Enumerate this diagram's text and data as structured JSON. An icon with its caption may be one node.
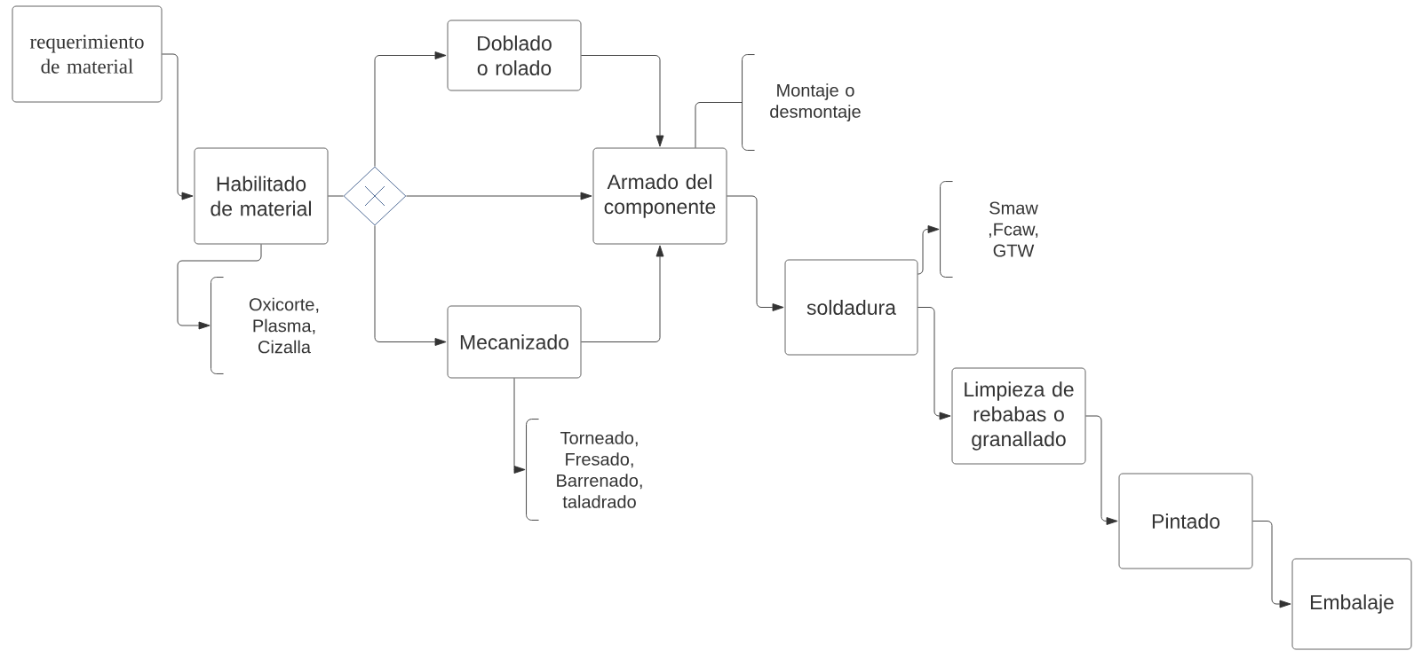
{
  "diagram": {
    "nodes": [
      {
        "text": [
          "requerimiento de material"
        ]
      },
      {
        "text": [
          "Habilitado de material"
        ]
      },
      {
        "text": [],
        "shape": "diamond"
      },
      {
        "text": [
          "Oxicorte, Plasma, Cizalla"
        ]
      },
      {
        "text": [
          "Doblado o rolado"
        ]
      },
      {
        "text": [
          "Mecanizado"
        ]
      },
      {
        "text": [
          "Torneado, Fresado, Barrenado, taladrado"
        ]
      },
      {
        "text": [
          "Armado del componente"
        ]
      },
      {
        "text": [
          "Montaje o desmontaje"
        ]
      },
      {
        "text": [
          "soldadura"
        ]
      },
      {
        "text": [
          "Smaw ,Fcaw, GTW"
        ]
      },
      {
        "text": [
          "Limpieza de rebabas o granallado"
        ]
      },
      {
        "text": [
          "Pintado"
        ]
      },
      {
        "text": [
          "Embalaje"
        ]
      }
    ],
    "edges": [
      {
        "from": 0,
        "to": 1,
        "arrow": "to"
      },
      {
        "from": 1,
        "to": 2,
        "arrow": "none"
      },
      {
        "from": 1,
        "to": 3,
        "arrow": "to"
      },
      {
        "from": 2,
        "to": 4,
        "arrow": "to"
      },
      {
        "from": 2,
        "to": 5,
        "arrow": "to"
      },
      {
        "from": 2,
        "to": 7,
        "arrow": "to"
      },
      {
        "from": 4,
        "to": 7,
        "arrow": "to"
      },
      {
        "from": 5,
        "to": 7,
        "arrow": "to"
      },
      {
        "from": 5,
        "to": 6,
        "arrow": "to"
      },
      {
        "from": 7,
        "to": 8,
        "arrow": "none"
      },
      {
        "from": 7,
        "to": 9,
        "arrow": "to"
      },
      {
        "from": 9,
        "to": 10,
        "arrow": "to"
      },
      {
        "from": 9,
        "to": 11,
        "arrow": "to"
      },
      {
        "from": 11,
        "to": 12,
        "arrow": "to"
      },
      {
        "from": 12,
        "to": 13,
        "arrow": "to"
      }
    ]
  }
}
